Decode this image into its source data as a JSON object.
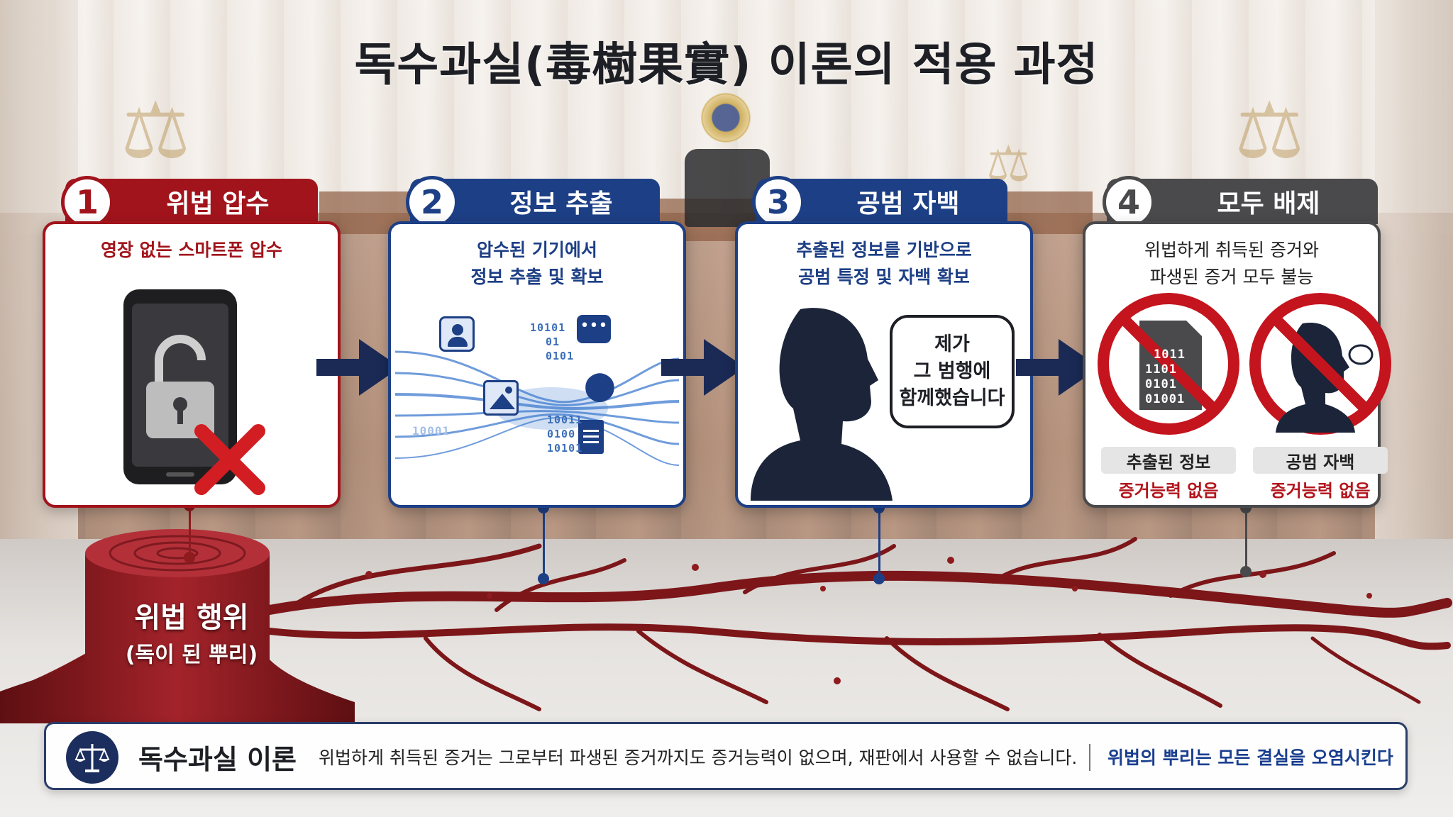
{
  "title": "독수과실(毒樹果實) 이론의 적용 과정",
  "colors": {
    "red": "#a2141c",
    "blue": "#1d3f85",
    "navy": "#1a2a55",
    "gray": "#4a4a4c",
    "root": "#8e1b1e"
  },
  "steps": [
    {
      "number": "1",
      "label": "위법 압수",
      "desc": [
        "영장 없는 스마트폰 압수"
      ]
    },
    {
      "number": "2",
      "label": "정보 추출",
      "desc": [
        "압수된 기기에서",
        "정보 추출 및 확보"
      ]
    },
    {
      "number": "3",
      "label": "공범 자백",
      "desc": [
        "추출된 정보를 기반으로",
        "공범 특정 및 자백 확보"
      ]
    },
    {
      "number": "4",
      "label": "모두 배제",
      "desc": [
        "위법하게 취득된 증거와",
        "파생된 증거 모두 불능"
      ]
    }
  ],
  "step2_data": [
    "10101",
    "01",
    "0101",
    "10011",
    "0100",
    "10101",
    "10001"
  ],
  "step3_bubble": [
    "제가",
    "그 범행에",
    "함께했습니다"
  ],
  "step4": {
    "doc_bits": [
      "1011",
      "1101",
      "0101",
      "01001"
    ],
    "items": [
      {
        "label": "추출된 정보",
        "status": "증거능력 없음"
      },
      {
        "label": "공범 자백",
        "status": "증거능력 없음"
      }
    ]
  },
  "root": {
    "label": "위법 행위",
    "sub": "(독이 된 뿌리)"
  },
  "banner": {
    "icon": "scales-icon",
    "title": "독수과실 이론",
    "desc": "위법하게 취득된 증거는 그로부터 파생된 증거까지도 증거능력이 없으며, 재판에서 사용할 수 없습니다.",
    "slogan": "위법의 뿌리는 모든 결실을 오염시킨다"
  }
}
